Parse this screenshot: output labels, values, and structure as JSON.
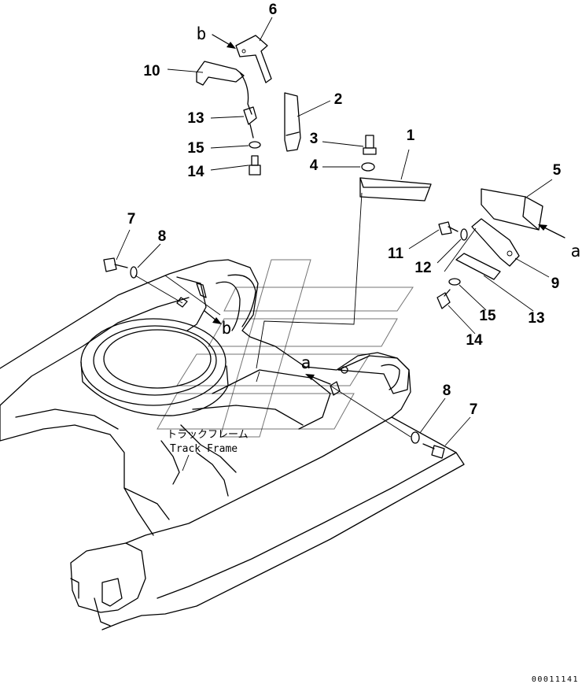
{
  "callouts": {
    "c1": "1",
    "c2": "2",
    "c3": "3",
    "c4": "4",
    "c5": "5",
    "c6": "6",
    "c7a": "7",
    "c7b": "7",
    "c8a": "8",
    "c8b": "8",
    "c9": "9",
    "c10": "10",
    "c11": "11",
    "c12": "12",
    "c13a": "13",
    "c13b": "13",
    "c14a": "14",
    "c14b": "14",
    "c15a": "15",
    "c15b": "15"
  },
  "refs": {
    "a1": "a",
    "a2": "a",
    "b1": "b",
    "b2": "b"
  },
  "labels": {
    "frame_jp": "トラックフレーム",
    "frame_en": "Track Frame"
  },
  "code": "00011141"
}
